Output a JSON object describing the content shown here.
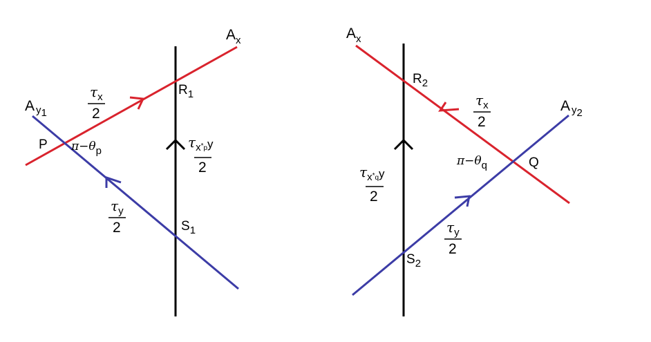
{
  "colors": {
    "axis": "#000000",
    "x_line": "#d9232d",
    "y_line": "#3c3ca6"
  },
  "left": {
    "ax": {
      "main": "A",
      "sub": "x"
    },
    "ay": {
      "main": "A",
      "sub": "y",
      "sub2": "1"
    },
    "point_p": "P",
    "r": {
      "main": "R",
      "sub": "1"
    },
    "s": {
      "main": "S",
      "sub": "1"
    },
    "angle": {
      "prefix": "π−θ",
      "sub": "p"
    },
    "frac_tx": {
      "tau": "τ",
      "sub": "x",
      "den": "2"
    },
    "frac_ty": {
      "tau": "τ",
      "sub": "y",
      "den": "2"
    },
    "frac_txy": {
      "tau": "τ",
      "sub": "x",
      "star": "*",
      "starsub": "p",
      "tail": "y",
      "den": "2"
    }
  },
  "right": {
    "ax": {
      "main": "A",
      "sub": "x"
    },
    "ay": {
      "main": "A",
      "sub": "y",
      "sub2": "2"
    },
    "point_q": "Q",
    "r": {
      "main": "R",
      "sub": "2"
    },
    "s": {
      "main": "S",
      "sub": "2"
    },
    "angle": {
      "prefix": "π−θ",
      "sub": "q"
    },
    "frac_tx": {
      "tau": "τ",
      "sub": "x",
      "den": "2"
    },
    "frac_ty": {
      "tau": "τ",
      "sub": "y",
      "den": "2"
    },
    "frac_txy": {
      "tau": "τ",
      "sub": "x",
      "star": "*",
      "starsub": "q",
      "tail": "y",
      "den": "2"
    }
  }
}
